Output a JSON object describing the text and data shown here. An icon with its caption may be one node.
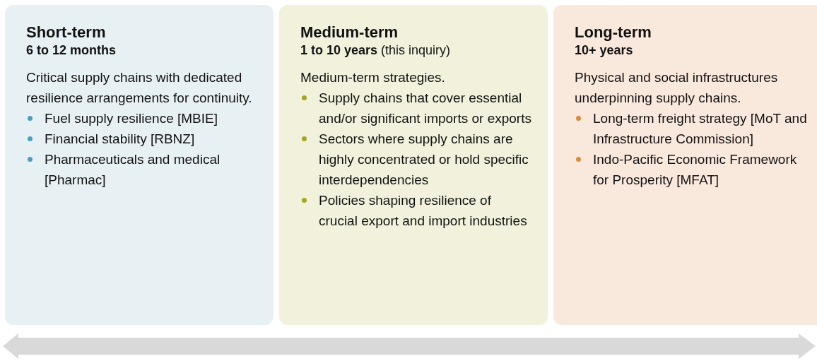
{
  "diagram": {
    "nodes": [
      {
        "text": [
          "Short-term",
          "6 to 12 months",
          "Critical supply chains with dedicated resilience arrangements for continuity.",
          "Fuel supply resilience [MBIE]",
          "Financial stability [RBNZ]",
          "Pharmaceuticals and medical [Pharmac]"
        ]
      },
      {
        "text": [
          "Medium-term",
          "**1 to 10 years** (this inquiry)",
          "Medium-term strategies.",
          "Supply chains that cover essential and/or significant imports or exports",
          "Sectors where supply chains are highly concentrated or hold specific interdependencies",
          "Policies shaping resilience of crucial export and import industries"
        ]
      },
      {
        "text": [
          "Long-term",
          "10+ years",
          "Physical and social infrastructures underpinning supply chains.",
          "Long-term freight strategy [MoT and Infrastructure Commission]",
          "Indo-Pacific Economic Framework for Prosperity [MFAT]"
        ]
      }
    ]
  }
}
